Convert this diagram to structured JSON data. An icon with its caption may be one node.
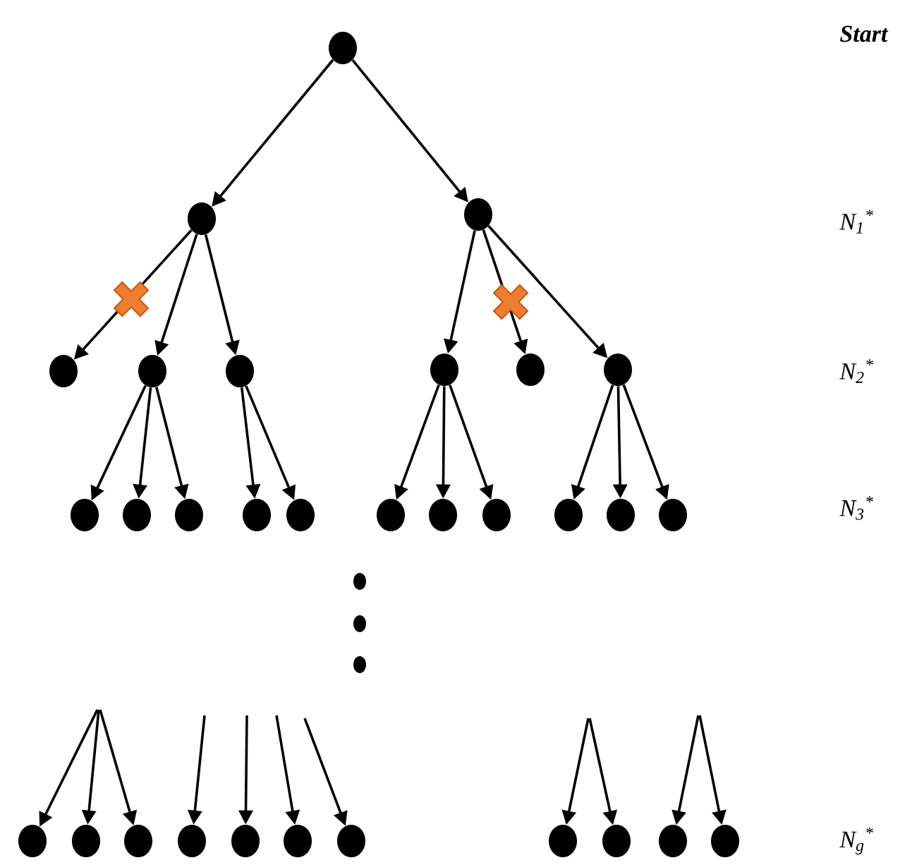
{
  "diagram": {
    "nodes": [
      {
        "text": [],
        "shape": "circle"
      },
      {
        "text": [],
        "shape": "circle"
      },
      {
        "text": [],
        "shape": "circle"
      },
      {
        "text": [],
        "shape": "circle"
      },
      {
        "text": [],
        "shape": "circle"
      },
      {
        "text": [],
        "shape": "circle"
      },
      {
        "text": [],
        "shape": "circle"
      },
      {
        "text": [],
        "shape": "circle"
      },
      {
        "text": [],
        "shape": "circle"
      },
      {
        "text": [],
        "shape": "circle"
      },
      {
        "text": [],
        "shape": "circle"
      },
      {
        "text": [],
        "shape": "circle"
      },
      {
        "text": [],
        "shape": "circle"
      },
      {
        "text": [],
        "shape": "circle"
      },
      {
        "text": [],
        "shape": "circle"
      },
      {
        "text": [],
        "shape": "circle"
      },
      {
        "text": [],
        "shape": "circle"
      },
      {
        "text": [],
        "shape": "circle"
      },
      {
        "text": [],
        "shape": "circle"
      },
      {
        "text": [],
        "shape": "circle"
      },
      {
        "text": [],
        "shape": "circle"
      },
      {
        "text": [],
        "shape": "circle"
      },
      {
        "text": [],
        "shape": "circle"
      },
      {
        "text": [],
        "shape": "circle"
      },
      {
        "text": [],
        "shape": "circle"
      },
      {
        "text": [],
        "shape": "circle"
      },
      {
        "text": [],
        "shape": "circle"
      },
      {
        "text": [],
        "shape": "circle"
      },
      {
        "text": [],
        "shape": "circle"
      },
      {
        "text": [],
        "shape": "circle"
      },
      {
        "text": [],
        "shape": "circle"
      }
    ],
    "edges": [
      {
        "from": 0,
        "to": 1,
        "arrow": "to"
      },
      {
        "from": 0,
        "to": 2,
        "arrow": "to"
      },
      {
        "from": 1,
        "to": 3,
        "arrow": "to"
      },
      {
        "from": 1,
        "to": 4,
        "arrow": "to"
      },
      {
        "from": 1,
        "to": 5,
        "arrow": "to"
      },
      {
        "from": 2,
        "to": 6,
        "arrow": "to"
      },
      {
        "from": 2,
        "to": 7,
        "arrow": "to"
      },
      {
        "from": 2,
        "to": 8,
        "arrow": "to"
      },
      {
        "from": 4,
        "to": 9,
        "arrow": "to"
      },
      {
        "from": 4,
        "to": 10,
        "arrow": "to"
      },
      {
        "from": 4,
        "to": 11,
        "arrow": "to"
      },
      {
        "from": 5,
        "to": 12,
        "arrow": "to"
      },
      {
        "from": 5,
        "to": 13,
        "arrow": "to"
      },
      {
        "from": 6,
        "to": 14,
        "arrow": "to"
      },
      {
        "from": 6,
        "to": 15,
        "arrow": "to"
      },
      {
        "from": 6,
        "to": 16,
        "arrow": "to"
      },
      {
        "from": 8,
        "to": 17,
        "arrow": "to"
      },
      {
        "from": 8,
        "to": 18,
        "arrow": "to"
      },
      {
        "from": 8,
        "to": 19,
        "arrow": "to"
      },
      {
        "from": null,
        "to": 20,
        "arrow": "to"
      },
      {
        "from": null,
        "to": 21,
        "arrow": "to"
      },
      {
        "from": null,
        "to": 22,
        "arrow": "to"
      },
      {
        "from": null,
        "to": 23,
        "arrow": "to"
      },
      {
        "from": null,
        "to": 24,
        "arrow": "to"
      },
      {
        "from": null,
        "to": 25,
        "arrow": "to"
      },
      {
        "from": null,
        "to": 26,
        "arrow": "to"
      },
      {
        "from": null,
        "to": 27,
        "arrow": "to"
      },
      {
        "from": null,
        "to": 28,
        "arrow": "to"
      },
      {
        "from": null,
        "to": 29,
        "arrow": "to"
      },
      {
        "from": null,
        "to": 30,
        "arrow": "to"
      }
    ],
    "labels": [
      "Start",
      "*N*$_{1}$$^{*}$",
      "*N*$_{2}$$^{*}$",
      "*N*$_{3}$$^{*}$",
      "*N*$_{g}$$^{*}$"
    ]
  }
}
